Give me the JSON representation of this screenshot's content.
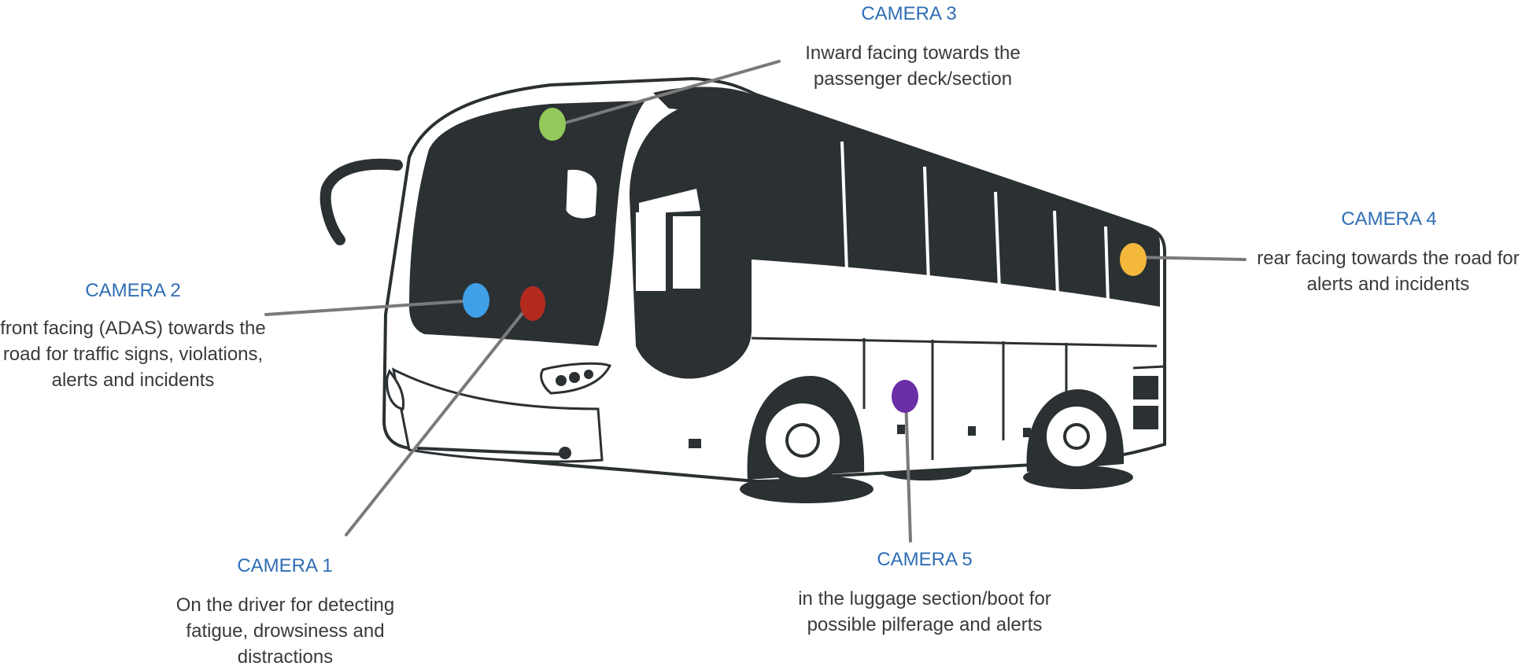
{
  "colors": {
    "title": "#2f6eb5",
    "text": "#3a3a3a",
    "bus_dark": "#2b3033",
    "leader": "#7a7a7a"
  },
  "cameras": [
    {
      "id": "camera-1",
      "title": "CAMERA 1",
      "description": "On the driver for detecting fatigue, drowsiness and distractions",
      "marker_color": "#b52a1f"
    },
    {
      "id": "camera-2",
      "title": "CAMERA 2",
      "description": "front facing (ADAS) towards the road for  traffic signs, violations, alerts and incidents",
      "marker_color": "#3fa0e8"
    },
    {
      "id": "camera-3",
      "title": "CAMERA 3",
      "description": "Inward facing towards  the passenger deck/section",
      "marker_color": "#93c95a"
    },
    {
      "id": "camera-4",
      "title": "CAMERA 4",
      "description": "rear facing towards the road for alerts and incidents",
      "marker_color": "#f4b93c"
    },
    {
      "id": "camera-5",
      "title": "CAMERA 5",
      "description": "in the luggage section/boot for possible pilferage and alerts",
      "marker_color": "#6a2ea6"
    }
  ]
}
